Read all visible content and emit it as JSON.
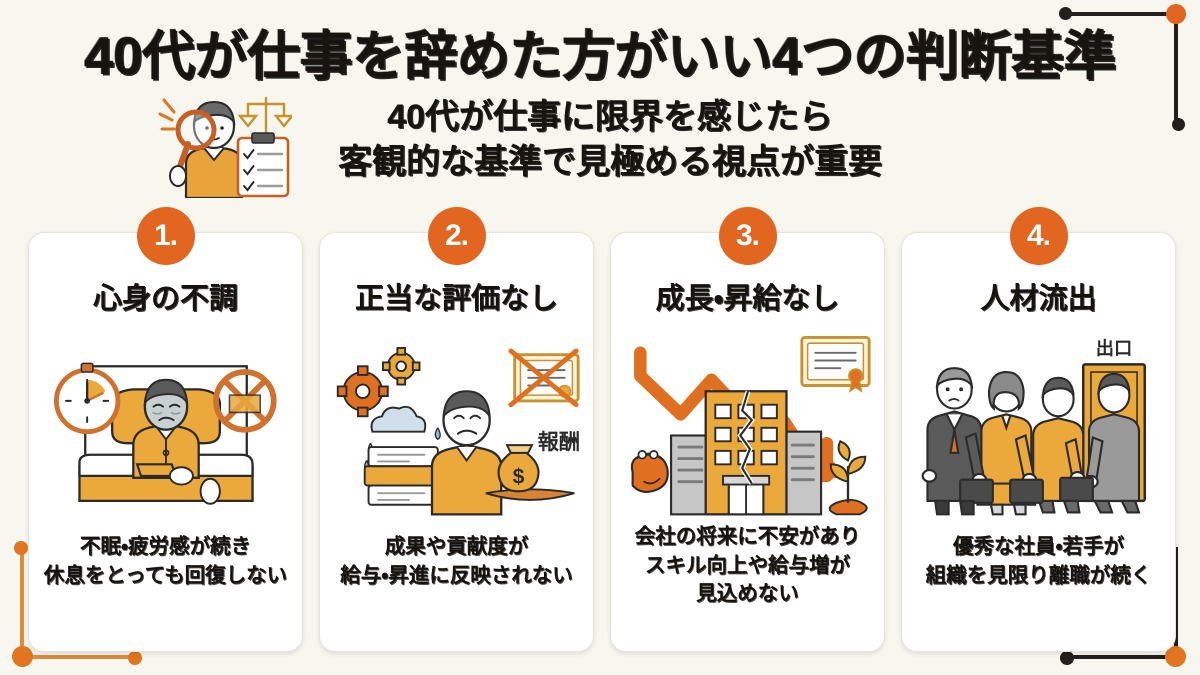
{
  "page": {
    "background_color": "#f7f6ef",
    "accent_color": "#e2661f",
    "accent_secondary_color": "#e8a33a",
    "text_color": "#16120e"
  },
  "header": {
    "title": "40代が仕事を辞めた方がいい4つの判断基準",
    "subtitle_line1": "40代が仕事に限界を感じたら",
    "subtitle_line2": "客観的な基準で見極める視点が重要",
    "illustration_name": "man-with-magnifier-scales-checklist"
  },
  "cards": [
    {
      "number": "1.",
      "title": "心身の不調",
      "caption_lines": [
        "不眠・疲労感が続き",
        "休息をとっても回復しない"
      ],
      "illustration_name": "exhausted-man-in-bed-with-clock-and-no-sleep-sign"
    },
    {
      "number": "2.",
      "title": "正当な評価なし",
      "caption_lines": [
        "成果や貢献度が",
        "給与・昇進に反映されない"
      ],
      "illustration_name": "overworked-man-with-gears-documents-and-money-bag",
      "illustration_label": "報酬"
    },
    {
      "number": "3.",
      "title": "成長・昇給なし",
      "caption_lines": [
        "会社の将来に不安があり",
        "スキル向上や給与増が",
        "見込めない"
      ],
      "illustration_name": "declining-arrow-cracked-building-purse-and-certificate"
    },
    {
      "number": "4.",
      "title": "人材流出",
      "caption_lines": [
        "優秀な社員・若手が",
        "組織を見限り離職が続く"
      ],
      "illustration_name": "employees-leaving-through-exit-door",
      "illustration_label": "出口"
    }
  ],
  "decorations": {
    "top_right_bracket": "corner-bracket-dark",
    "bottom_left_bracket": "corner-bracket-orange",
    "bottom_right_bracket": "corner-bracket-dark"
  }
}
